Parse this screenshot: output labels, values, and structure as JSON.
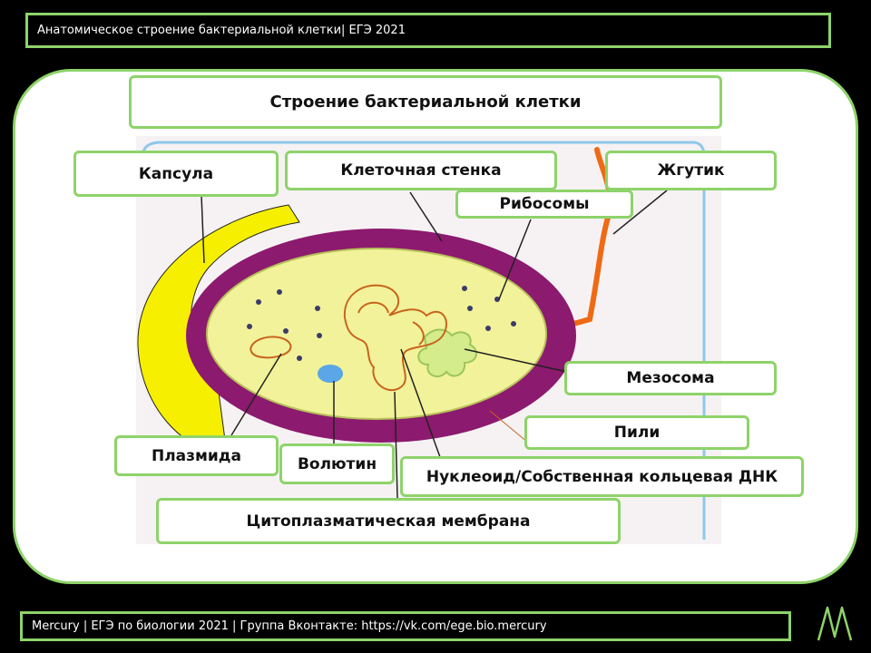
{
  "header": {
    "text": "Анатомическое строение бактериальной клетки| ЕГЭ 2021"
  },
  "footer": {
    "text": "Mercury | ЕГЭ по биологии 2021 | Группа Вконтакте: https://vk.com/ege.bio.mercury"
  },
  "logo": {
    "symbol": "M"
  },
  "diagram": {
    "title": "Строение бактериальной клетки",
    "labels": {
      "capsule": "Капсула",
      "cell_wall": "Клеточная стенка",
      "flagellum": "Жгутик",
      "ribosomes": "Рибосомы",
      "mesosome": "Мезосома",
      "pili": "Пили",
      "plasmid": "Плазмида",
      "volutin": "Волютин",
      "nucleoid": "Нуклеоид/Собственная кольцевая ДНК",
      "membrane": "Цитоплазматическая мембрана"
    }
  },
  "colors": {
    "accent": "#8ed36a",
    "capsule": "#f6f000",
    "cell_wall": "#8c1a6e",
    "cytoplasm": "#f2f29a",
    "flagellum": "#ef6a14",
    "volutin": "#5aa6e6"
  }
}
